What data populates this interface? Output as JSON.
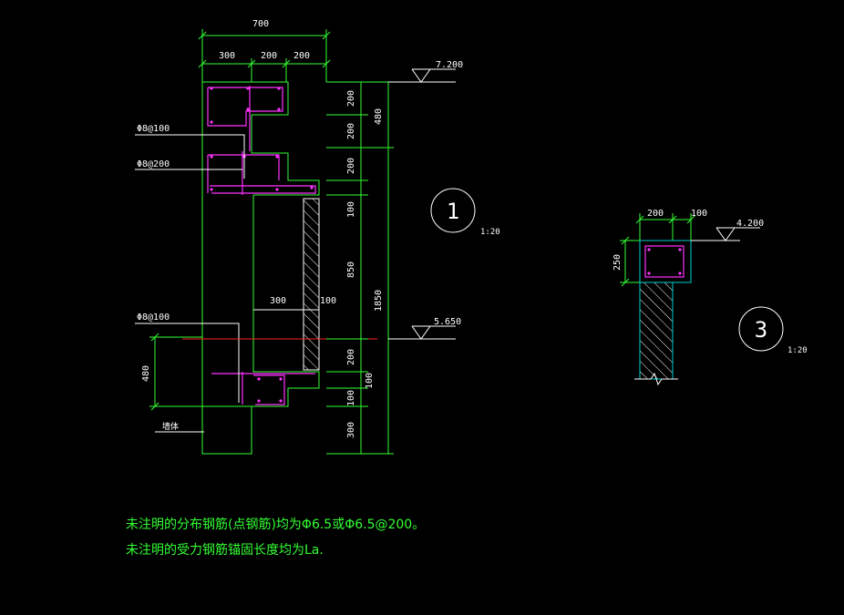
{
  "detail1": {
    "dims_top": {
      "total": "700",
      "a": "300",
      "b": "200",
      "c": "200"
    },
    "dims_right": {
      "d200a": "200",
      "d200b": "200",
      "d200c": "200",
      "d100": "100",
      "d850": "850",
      "d200d": "200",
      "d100b": "100",
      "d300": "300",
      "t480": "480",
      "t1850": "1850",
      "t100": "100"
    },
    "dims_left": {
      "d480": "480"
    },
    "inner": {
      "w300": "300",
      "w100": "100"
    },
    "labels": {
      "rebar1": "Φ8@100",
      "rebar2": "Φ8@200",
      "rebar3": "Φ8@100",
      "wall": "墙体"
    },
    "elev_top": "7.200",
    "elev_mid": "5.650",
    "callout": "1",
    "scale": "1:20"
  },
  "detail3": {
    "dims": {
      "a": "200",
      "b": "100",
      "h": "250"
    },
    "elev": "4.200",
    "callout": "3",
    "scale": "1:20"
  },
  "notes": {
    "line1": "未注明的分布钢筋(点钢筋)均为Φ6.5或Φ6.5@200。",
    "line2": "未注明的受力钢筋锚固长度均为La."
  },
  "colors": {
    "background": "#000000",
    "outline": "#33ff33",
    "rebar": "#ff33ff",
    "dimension": "#33ff33",
    "text": "#ffffff",
    "section": "#00cccc",
    "cut": "#ff2222"
  }
}
